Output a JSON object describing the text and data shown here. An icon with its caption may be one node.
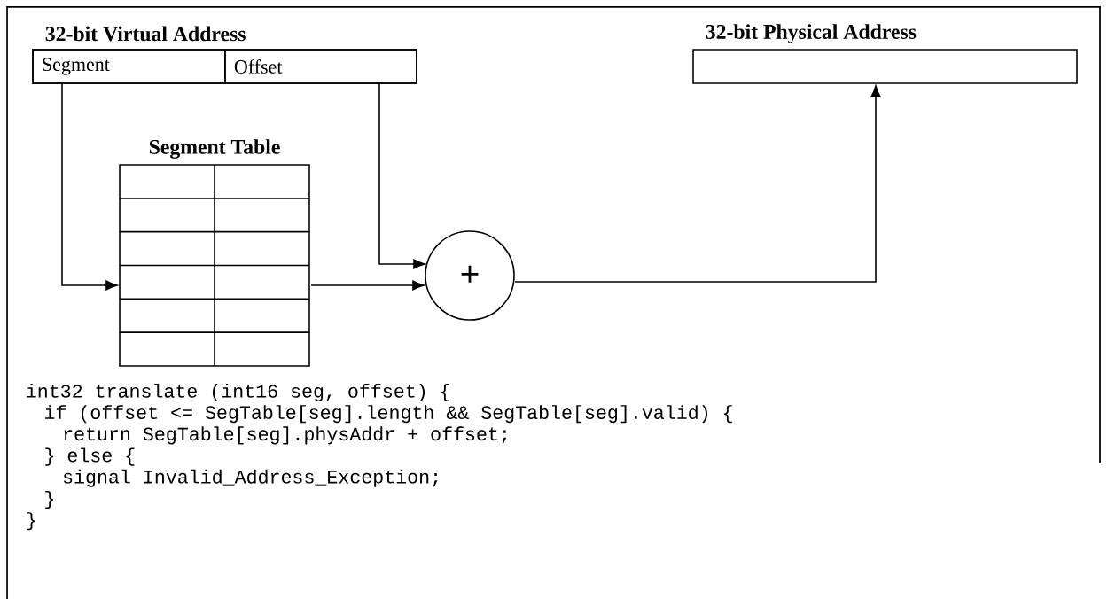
{
  "diagram": {
    "nodes": [
      {
        "text": [
          "32-bit Virtual Address"
        ]
      },
      {
        "text": [
          "Segment"
        ],
        "in": 0
      },
      {
        "text": [
          "Offset"
        ],
        "in": 0
      },
      {
        "text": [
          "32-bit Physical Address"
        ]
      },
      {
        "text": [
          "Segment Table"
        ]
      },
      {
        "text": [
          "+"
        ]
      }
    ],
    "edges": [
      {
        "from": 1,
        "to": 4,
        "arrow": "to"
      },
      {
        "from": 2,
        "to": 5,
        "arrow": "to"
      },
      {
        "from": 4,
        "to": 5,
        "arrow": "to"
      },
      {
        "from": 5,
        "to": 3,
        "arrow": "to"
      }
    ],
    "labels": [
      "int32 translate (int16 seg, offset) {",
      "if (offset <= SegTable[seg].length && SegTable[seg].valid) {",
      "return SegTable[seg].physAddr + offset;",
      "} else {",
      "signal Invalid_Address_Exception;",
      "}",
      "}"
    ]
  }
}
